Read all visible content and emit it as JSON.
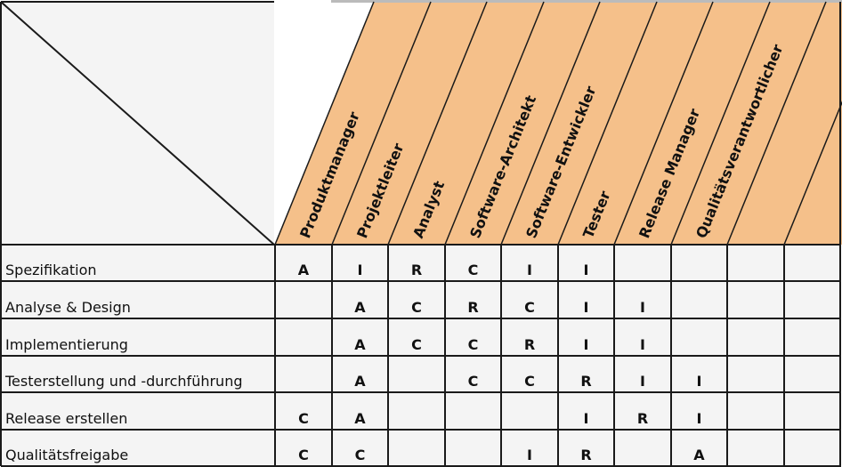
{
  "colors": {
    "header_fill": "#F5C08A",
    "cell_fill": "#F4F4F4",
    "line": "#1A1A1A"
  },
  "roles": [
    "Produktmanager",
    "Projektleiter",
    "Analyst",
    "Software-Architekt",
    "Software-Entwickler",
    "Tester",
    "Release Manager",
    "Qualitätsverantwortlicher",
    "",
    ""
  ],
  "activities": [
    {
      "label": "Spezifikation",
      "cells": [
        "A",
        "I",
        "R",
        "C",
        "I",
        "I",
        "",
        "",
        "",
        ""
      ]
    },
    {
      "label": "Analyse & Design",
      "cells": [
        "",
        "A",
        "C",
        "R",
        "C",
        "I",
        "I",
        "",
        "",
        ""
      ]
    },
    {
      "label": "Implementierung",
      "cells": [
        "",
        "A",
        "C",
        "C",
        "R",
        "I",
        "I",
        "",
        "",
        ""
      ]
    },
    {
      "label": "Testerstellung und -durchführung",
      "cells": [
        "",
        "A",
        "",
        "C",
        "C",
        "R",
        "I",
        "I",
        "",
        ""
      ]
    },
    {
      "label": "Release erstellen",
      "cells": [
        "C",
        "A",
        "",
        "",
        "",
        "I",
        "R",
        "I",
        "",
        ""
      ]
    },
    {
      "label": "Qualitätsfreigabe",
      "cells": [
        "C",
        "C",
        "",
        "",
        "I",
        "R",
        "",
        "A",
        "",
        ""
      ]
    }
  ]
}
